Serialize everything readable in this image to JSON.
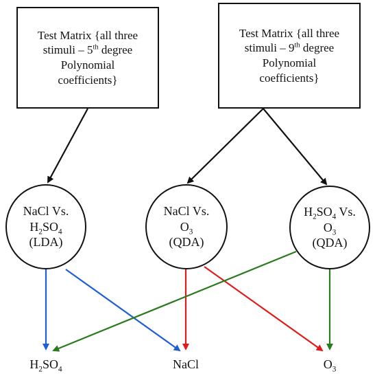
{
  "boxes": {
    "left": {
      "line1": "Test Matrix {all three",
      "line2_pre": "stimuli – 5",
      "line2_sup": "th",
      "line2_post": " degree",
      "line3": "Polynomial",
      "line4": "coefficients}"
    },
    "right": {
      "line1": "Test Matrix {all three",
      "line2_pre": "stimuli – 9",
      "line2_sup": "th",
      "line2_post": " degree",
      "line3": "Polynomial",
      "line4": "coefficients}"
    }
  },
  "classifiers": {
    "c1": {
      "line1": "NaCl Vs.",
      "line2_base": "H",
      "line2_sub1": "2",
      "line2_mid": "SO",
      "line2_sub2": "4",
      "line3": "(LDA)"
    },
    "c2": {
      "line1": "NaCl Vs.",
      "line2_base": "O",
      "line2_sub": "3",
      "line3": "(QDA)"
    },
    "c3": {
      "line1_base": "H",
      "line1_sub1": "2",
      "line1_mid": "SO",
      "line1_sub2": "4",
      "line1_post": " Vs.",
      "line2_base": "O",
      "line2_sub": "3",
      "line3": "(QDA)"
    }
  },
  "outputs": {
    "h2so4": {
      "base": "H",
      "sub1": "2",
      "mid": "SO",
      "sub2": "4"
    },
    "nacl": {
      "text": "NaCl"
    },
    "o3": {
      "base": "O",
      "sub": "3"
    }
  },
  "colors": {
    "black": "#111111",
    "blue": "#1f5fd6",
    "red": "#e01b1b",
    "green": "#2a7a1e"
  }
}
